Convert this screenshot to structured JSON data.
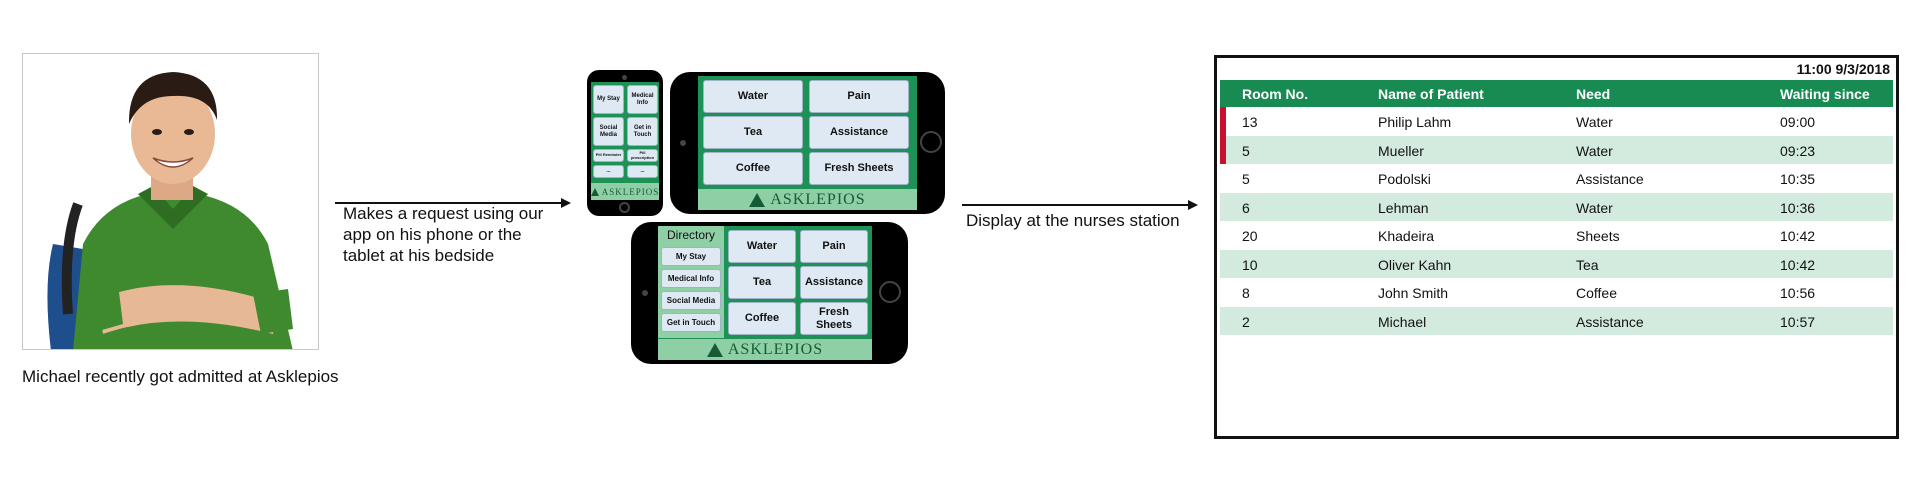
{
  "left": {
    "caption": "Michael recently got admitted at Asklepios"
  },
  "arrow1_text": "Makes a request using our app on his phone or the tablet at his bedside",
  "arrow2_text": "Display at the nurses station",
  "brand": "ASKLEPIOS",
  "phone_portrait": {
    "tiles": [
      "My Stay",
      "Medical Info",
      "Social Media",
      "Get in Touch",
      "Pill Reminder",
      "Pill prescription",
      "...",
      "..."
    ]
  },
  "landscape_requests": {
    "tiles": [
      "Water",
      "Pain",
      "Tea",
      "Assistance",
      "Coffee",
      "Fresh Sheets"
    ]
  },
  "tablet": {
    "directory_title": "Directory",
    "directory_items": [
      "My Stay",
      "Medical Info",
      "Social Media",
      "Get in Touch"
    ],
    "tiles": [
      "Water",
      "Pain",
      "Tea",
      "Assistance",
      "Coffee",
      "Fresh Sheets"
    ]
  },
  "station": {
    "clock": "11:00  9/3/2018",
    "headers": [
      "Room No.",
      "Name of Patient",
      "Need",
      "Waiting since"
    ],
    "rows": [
      {
        "room": "13",
        "name": "Philip Lahm",
        "need": "Water",
        "since": "09:00",
        "flagged": true
      },
      {
        "room": "5",
        "name": "Mueller",
        "need": "Water",
        "since": "09:23",
        "flagged": true
      },
      {
        "room": "5",
        "name": "Podolski",
        "need": "Assistance",
        "since": "10:35",
        "flagged": false
      },
      {
        "room": "6",
        "name": "Lehman",
        "need": "Water",
        "since": "10:36",
        "flagged": false
      },
      {
        "room": "20",
        "name": "Khadeira",
        "need": "Sheets",
        "since": "10:42",
        "flagged": false
      },
      {
        "room": "10",
        "name": "Oliver Kahn",
        "need": "Tea",
        "since": "10:42",
        "flagged": false
      },
      {
        "room": "8",
        "name": "John Smith",
        "need": "Coffee",
        "since": "10:56",
        "flagged": false
      },
      {
        "room": "2",
        "name": "Michael",
        "need": "Assistance",
        "since": "10:57",
        "flagged": false
      }
    ],
    "flag_color": "#c8102e",
    "header_color": "#178b52",
    "alt_row_color": "#d3ebdf"
  }
}
